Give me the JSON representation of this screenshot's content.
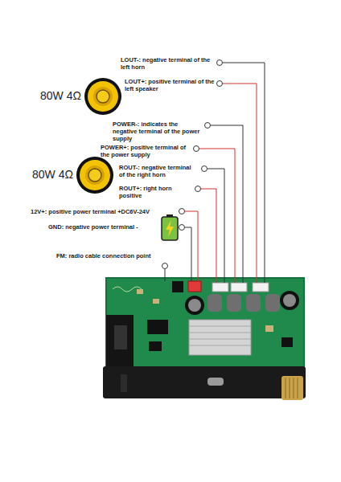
{
  "diagram": {
    "labels": [
      "LOUT-: negative terminal of the left horn",
      "LOUT+: positive terminal of the left speaker",
      "80W 4Ω",
      "POWER-: indicates the negative terminal of the power supply",
      "POWER+: positive terminal of the power supply",
      "ROUT-: negative terminal of the right horn",
      "80W 4Ω",
      "ROUT+: right horn positive",
      "12V+: positive power terminal +DC6V-24V",
      "GND: negative power terminal -",
      "FM: radio cable connection point"
    ]
  }
}
